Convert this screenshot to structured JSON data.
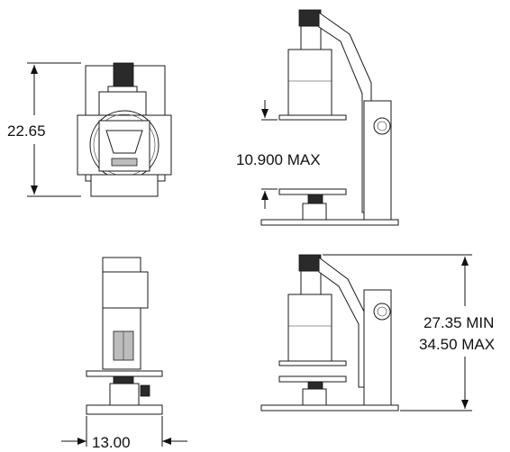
{
  "dimensions": {
    "top_view_height": "22.65",
    "side_view_max": "10.900 MAX",
    "front_view_width": "13.00",
    "range_min": "27.35 MIN",
    "range_max": "34.50 MAX"
  },
  "colors": {
    "line": "#1a1a1a",
    "shade": "#bcbcbc",
    "dark": "#2a2a2a"
  }
}
